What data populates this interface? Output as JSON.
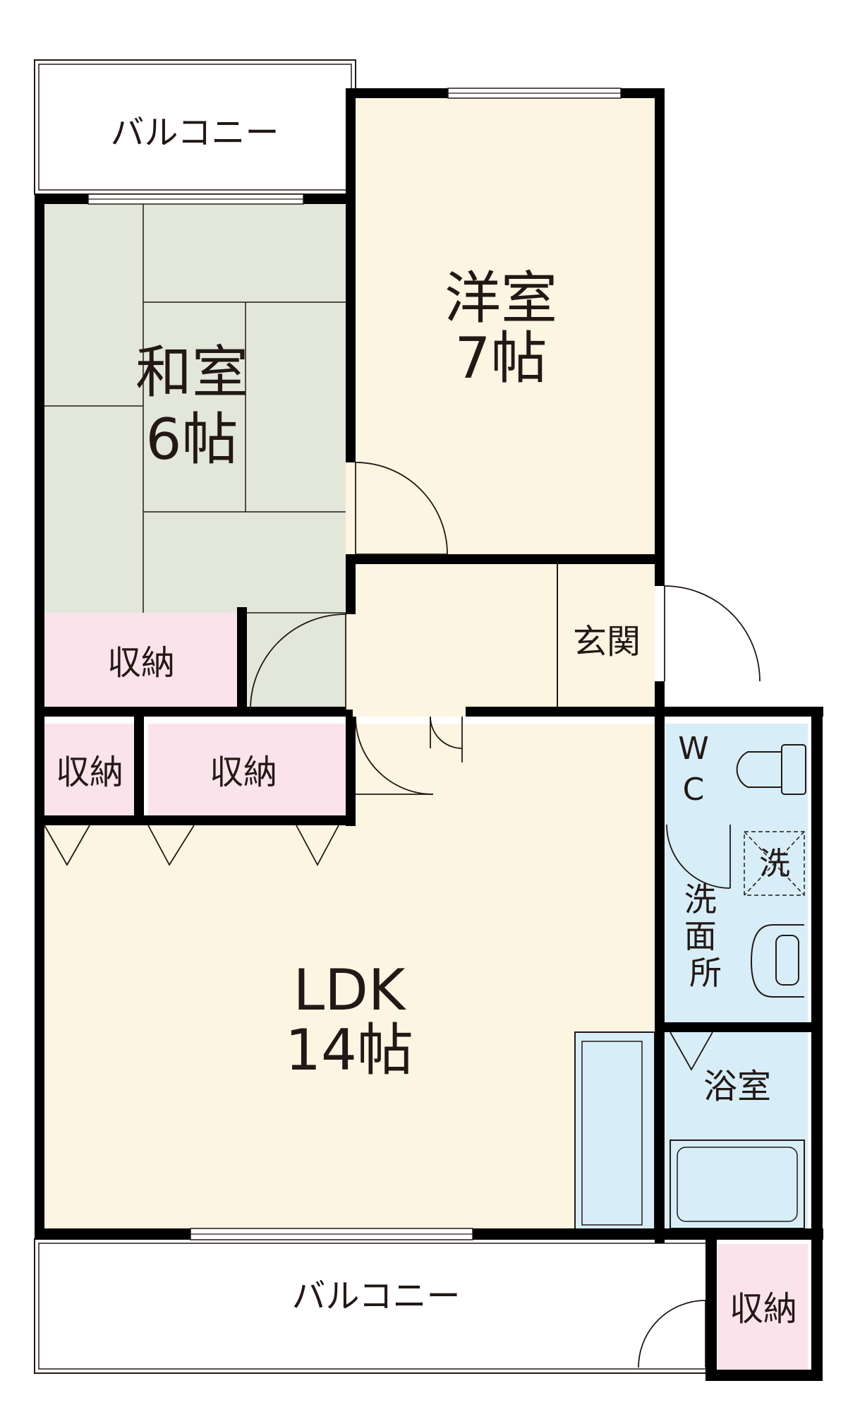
{
  "rooms": {
    "balcony_top": {
      "label": "バルコニー"
    },
    "washitsu": {
      "label": "和室",
      "size": "6帖"
    },
    "youshitsu": {
      "label": "洋室",
      "size": "7帖"
    },
    "genkan": {
      "label": "玄関"
    },
    "storage_washitsu": {
      "label": "収納"
    },
    "storage_left": {
      "label": "収納"
    },
    "storage_mid": {
      "label": "収納"
    },
    "ldk": {
      "label": "LDK",
      "size": "14帖"
    },
    "wc": {
      "label_w": "W",
      "label_c": "C"
    },
    "washing_machine": {
      "label": "洗"
    },
    "senmenjo": {
      "label": "洗面所"
    },
    "bathroom": {
      "label": "浴室"
    },
    "balcony_bottom": {
      "label": "バルコニー"
    },
    "storage_balcony": {
      "label": "収納"
    }
  },
  "colors": {
    "tatami": "#e2e7da",
    "floor": "#fdf5e2",
    "storage": "#fbe3ec",
    "wet": "#d7eef8",
    "wall": "#000000",
    "line": "#231815"
  }
}
